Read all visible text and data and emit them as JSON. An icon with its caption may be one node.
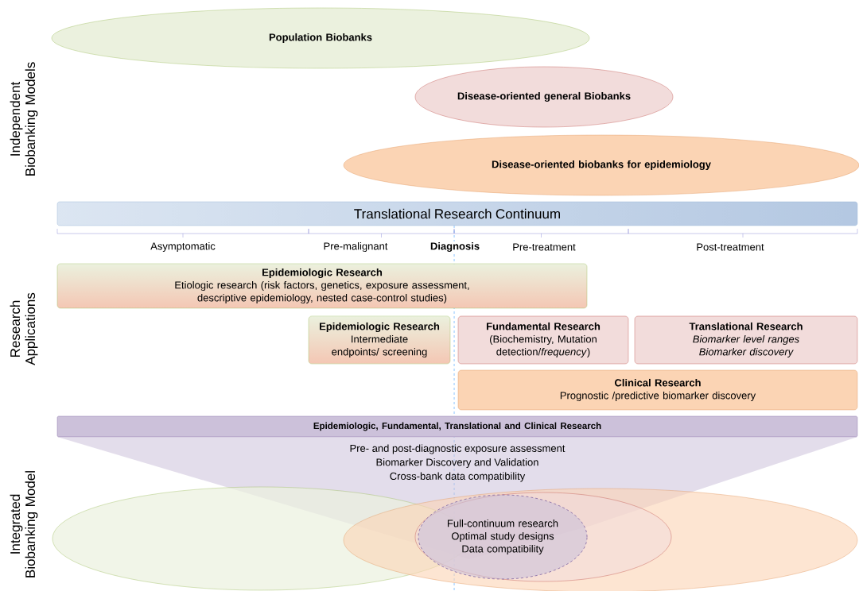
{
  "diagram": {
    "nodes": [
      {
        "text": [
          "Population Biobanks"
        ]
      },
      {
        "text": [
          "Disease-oriented general Biobanks"
        ]
      },
      {
        "text": [
          "Disease-oriented biobanks for epidemiology"
        ]
      },
      {
        "text": [
          "Translational Research Continuum"
        ]
      },
      {
        "text": [
          "Epidemiologic Research",
          "Etiologic research (risk factors, genetics, exposure assessment, descriptive epidemiology, nested case-control studies)"
        ]
      },
      {
        "text": [
          "Epidemiologic Research",
          "Intermediate endpoints/ screening"
        ]
      },
      {
        "text": [
          "Fundamental Research",
          "(Biochemistry, Mutation detection/*frequency*)"
        ]
      },
      {
        "text": [
          "Translational Research",
          "Biomarker level ranges Biomarker discovery"
        ]
      },
      {
        "text": [
          "Clinical Research",
          "Prognostic /predictive biomarker discovery"
        ]
      },
      {
        "text": [
          "Epidemiologic, Fundamental, Translational and Clinical Research"
        ]
      },
      {
        "text": [
          "Pre- and post-diagnostic exposure assessment",
          "Biomarker Discovery and Validation",
          "Cross-bank data compatibility"
        ]
      },
      {
        "text": [],
        "shape": "ellipse"
      },
      {
        "text": [],
        "shape": "ellipse"
      },
      {
        "text": [],
        "shape": "ellipse",
        "in": 12
      },
      {
        "text": [
          "Full-continuum research Optimal study designs Data compatibility"
        ],
        "in": 13
      }
    ],
    "labels": [
      "Independent Biobanking Models",
      "Asymptomatic",
      "Pre-malignant",
      "Diagnosis",
      "Pre-treatment",
      "Post-treatment",
      "Research Applications",
      "Integrated Biobanking Model"
    ]
  }
}
